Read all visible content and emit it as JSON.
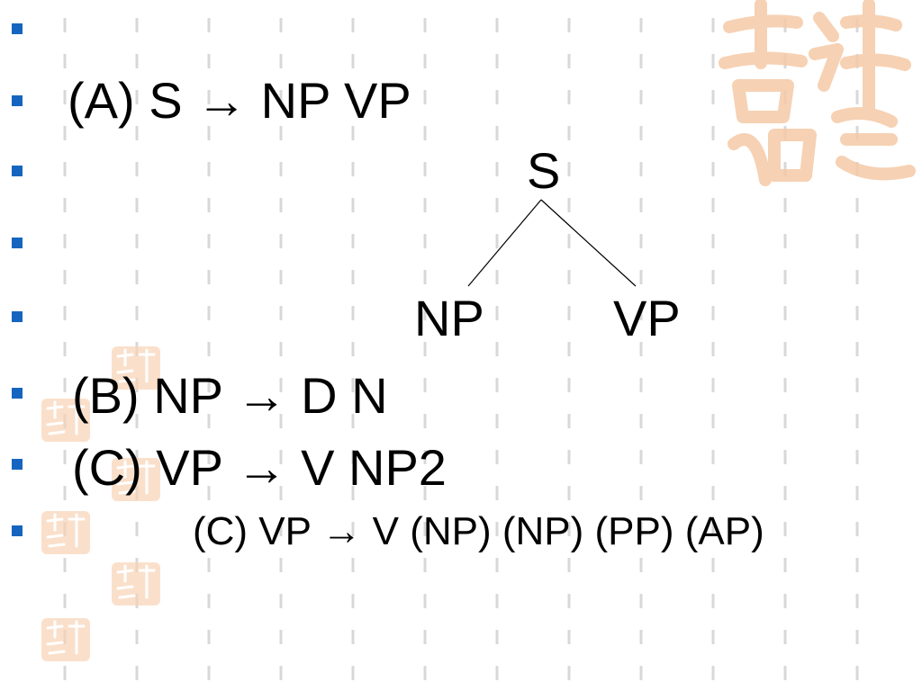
{
  "colors": {
    "bullet": "#1565c0",
    "seal": "#f5c9a6",
    "rule": "#d8d8d8",
    "tree_line": "#000000"
  },
  "icons": [
    "square-bullet-icon",
    "seal-watermark-icon"
  ],
  "rules": {
    "rule_a": "(A) S → NP VP",
    "rule_b": "(B) NP → D N",
    "rule_c": "(C) VP → V NP2",
    "rule_c_expanded": "(C) VP → V (NP) (NP) (PP) (AP)"
  },
  "tree": {
    "root": "S",
    "left_child": "NP",
    "right_child": "VP"
  }
}
